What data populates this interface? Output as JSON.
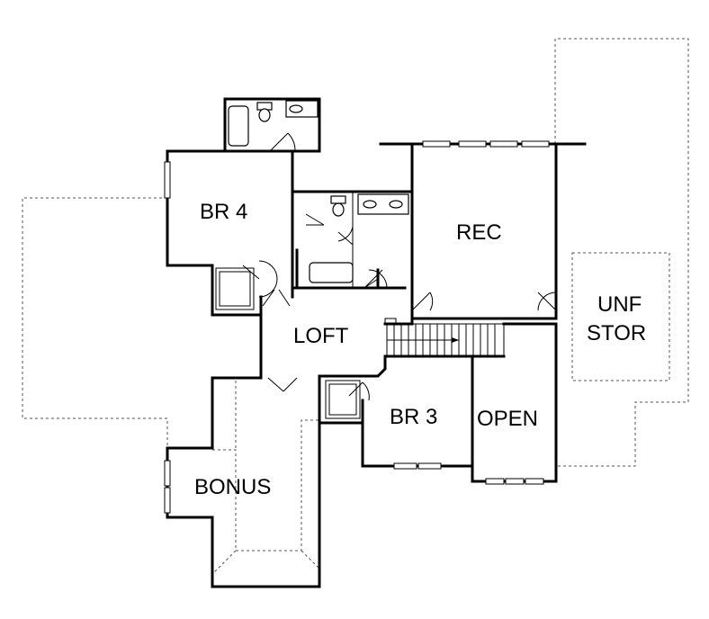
{
  "rooms": {
    "br4": "BR 4",
    "rec": "REC",
    "loft": "LOFT",
    "unf_stor_line1": "UNF",
    "unf_stor_line2": "STOR",
    "br3": "BR 3",
    "open": "OPEN",
    "bonus": "BONUS"
  }
}
